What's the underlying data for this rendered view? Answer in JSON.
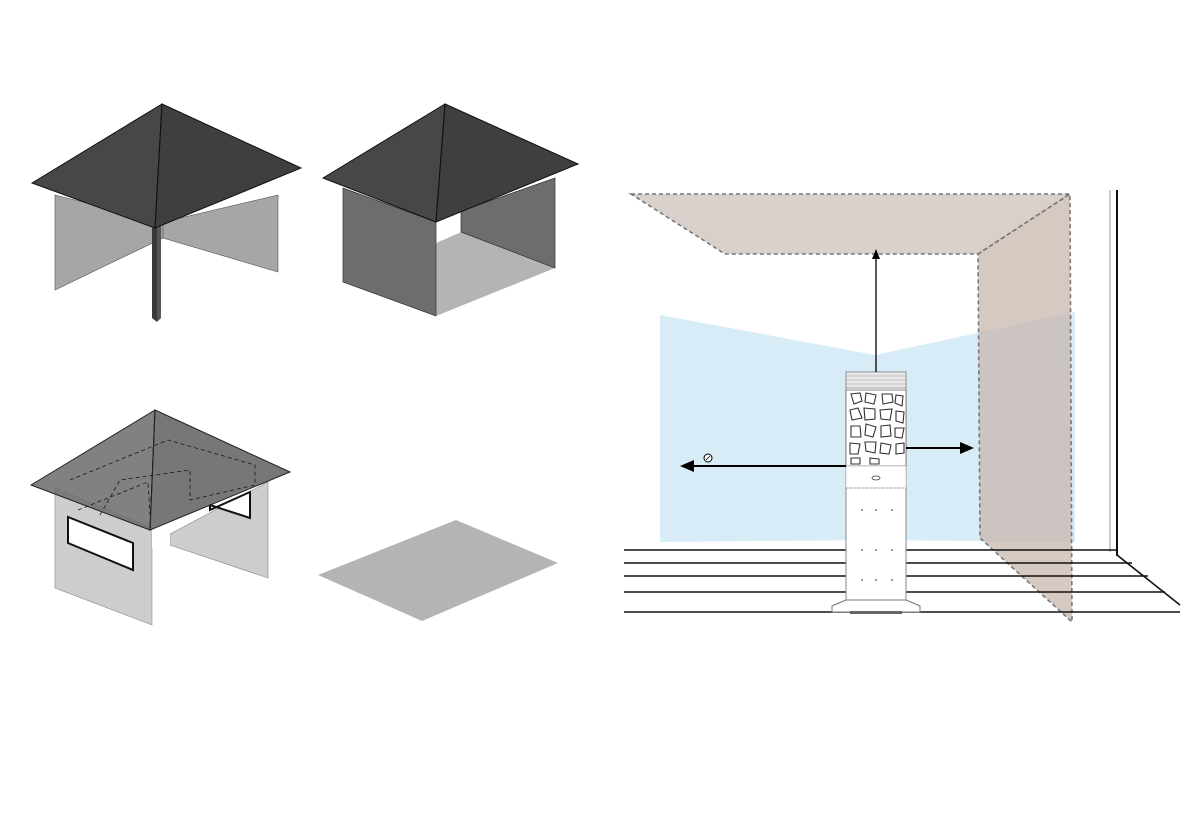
{
  "figure": {
    "colors": {
      "roof_dark": "#454545",
      "wall_light": "#a7a5a5",
      "wall_mid": "#6f6c6c",
      "wall_pale": "#cdcdcd",
      "floor": "#b6b3b3",
      "roof_translucent": "#6b6b6b",
      "ceiling_zone": "#d9d0cb",
      "side_zone": "#c8b7ae",
      "glass_blue": "#d7ecf6",
      "arrow": "#000000",
      "line": "#111111"
    },
    "shelters": [
      {
        "id": "roof-with-post",
        "description_icon": "pavilion-icon"
      },
      {
        "id": "roof-three-walls",
        "description_icon": "enclosure-icon"
      },
      {
        "id": "roof-with-windows",
        "description_icon": "window-wall-icon"
      },
      {
        "id": "open-floor",
        "description_icon": "floor-icon"
      }
    ],
    "heater_scene": {
      "icon": "patio-heater-icon",
      "arrows": [
        "up-clearance-arrow",
        "left-clearance-arrow",
        "right-clearance-arrow"
      ]
    }
  }
}
